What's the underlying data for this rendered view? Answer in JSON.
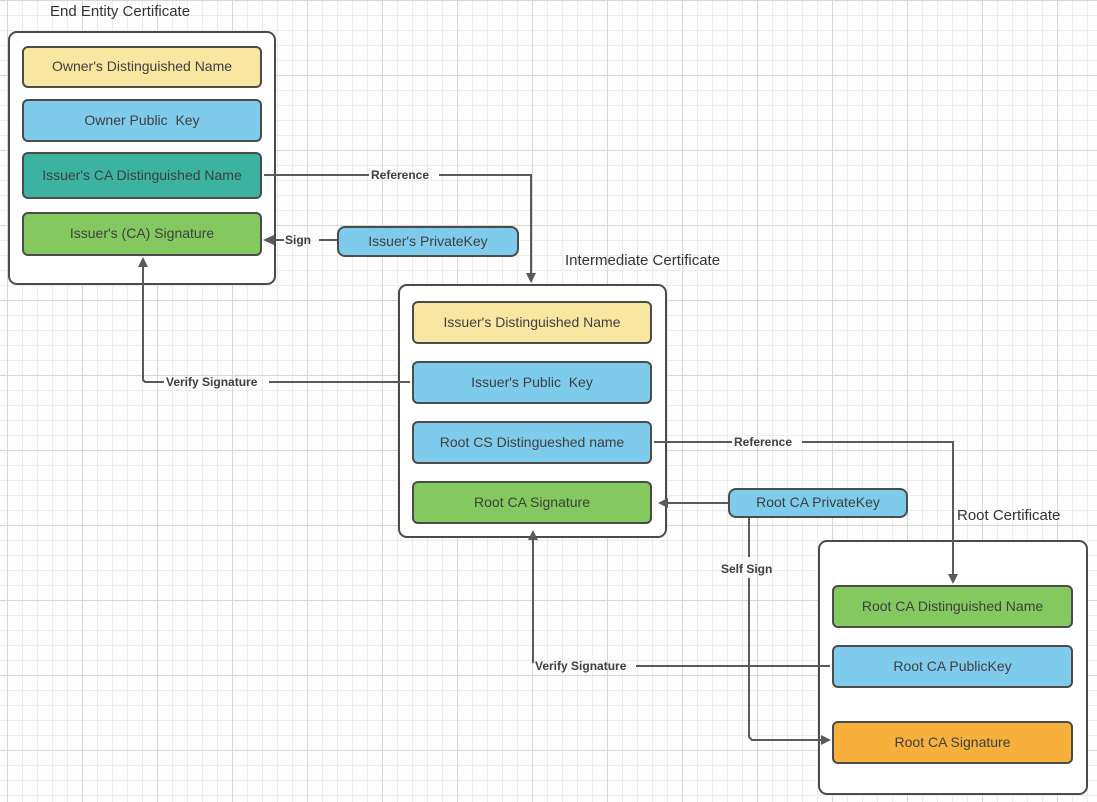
{
  "diagram": {
    "groups": {
      "end_entity": {
        "title": "End Entity Certificate",
        "boxes": {
          "owner_dn": "Owner's Distinguished Name",
          "owner_pk": "Owner Public  Key",
          "issuer_ca_dn": "Issuer's CA Distinguished Name",
          "issuer_ca_sig": "Issuer's (CA) Signature"
        }
      },
      "intermediate": {
        "title": "Intermediate Certificate",
        "boxes": {
          "issuer_dn": "Issuer's Distinguished Name",
          "issuer_pk": "Issuer's Public  Key",
          "root_cs_dn": "Root CS Distingueshed name",
          "root_ca_sig": "Root CA Signature"
        }
      },
      "root": {
        "title": "Root Certificate",
        "boxes": {
          "root_ca_dn": "Root CA Distinguished Name",
          "root_ca_pk": "Root CA PublicKey",
          "root_ca_sig": "Root CA Signature"
        }
      }
    },
    "keys": {
      "issuers_privatekey": "Issuer's PrivateKey",
      "root_ca_privatekey": "Root CA PrivateKey"
    },
    "edge_labels": {
      "sign": "Sign",
      "reference1": "Reference",
      "verify1": "Verify Signature",
      "reference2": "Reference",
      "self_sign": "Self Sign",
      "verify2": "Verify Signature"
    },
    "colors": {
      "yellow": "#F9E7A1",
      "blue": "#7FCBEC",
      "teal": "#3BB3A0",
      "green": "#84C95F",
      "orange": "#F7B03C",
      "container_fill": "#FFFFFF",
      "border": "#4B4B4B",
      "connector": "#5A5A5A",
      "text": "#3F3F3F"
    }
  }
}
